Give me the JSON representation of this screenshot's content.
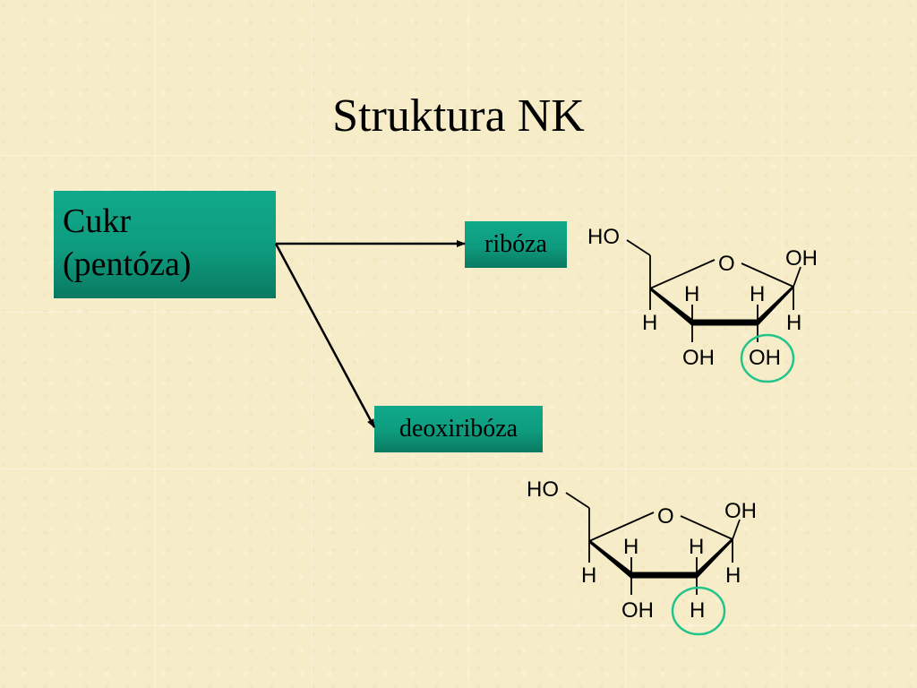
{
  "slide": {
    "title": "Struktura NK"
  },
  "nodes": {
    "cukr": {
      "line1": "Cukr",
      "line2": "(pentóza)"
    },
    "ribosa": "ribóza",
    "deoxyribosa": "deoxiribóza"
  },
  "molecules": {
    "ribosa": {
      "ho": "HO",
      "o": "O",
      "oh_right": "OH",
      "h_c4": "H",
      "h_c1": "H",
      "h_c4_down": "H",
      "h_c1_down": "H",
      "oh_c3": "OH",
      "oh_c2": "OH"
    },
    "deoxyribosa": {
      "ho": "HO",
      "o": "O",
      "oh_right": "OH",
      "h_c4": "H",
      "h_c1": "H",
      "h_c4_down": "H",
      "h_c1_down": "H",
      "oh_c3": "OH",
      "h_c2": "H"
    }
  },
  "colors": {
    "box_fill": "#0e9b7e",
    "highlight_circle": "#22c48c",
    "background": "#f7ecc8"
  }
}
